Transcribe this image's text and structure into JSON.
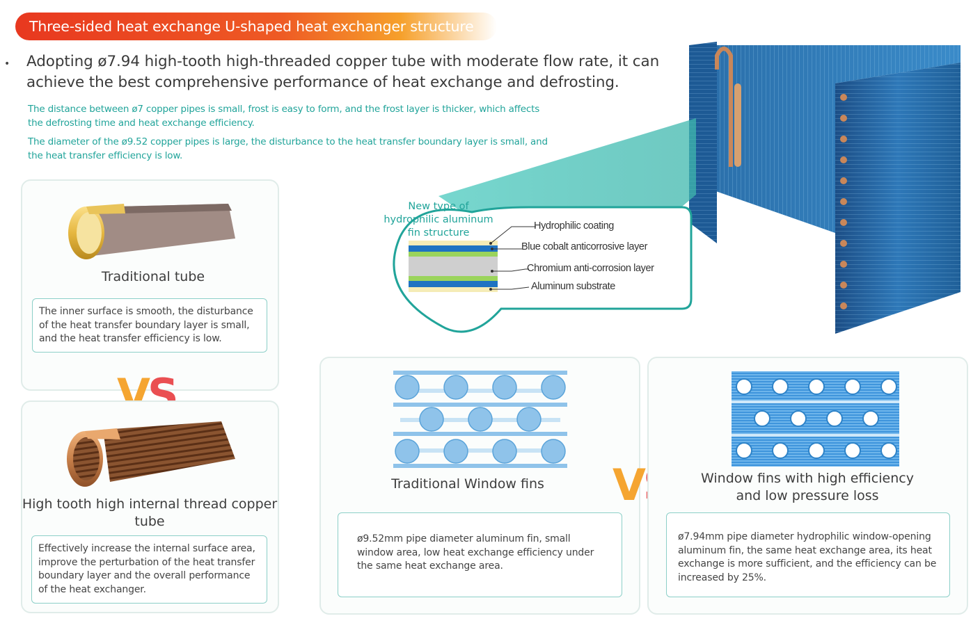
{
  "header": {
    "title": "Three-sided heat exchange U-shaped heat exchanger structure",
    "bullet": "•",
    "headline": "Adopting ø7.94 high-tooth high-threaded copper tube with moderate flow rate, it can achieve the best comprehensive performance of heat exchange and defrosting.",
    "note1": "The distance between ø7 copper pipes is small, frost is easy to form, and the frost layer is thicker, which affects the defrosting time and heat exchange efficiency.",
    "note2": "The diameter of the ø9.52 copper pipes is large, the disturbance to the heat transfer boundary layer is small, and the heat transfer efficiency is low."
  },
  "tubes": {
    "traditional_caption": "Traditional tube",
    "traditional_text": "The inner surface is smooth, the disturbance of the heat transfer boundary layer is small, and the heat transfer efficiency is low.",
    "vs": {
      "v": "V",
      "s": "S"
    },
    "hightooth_caption": "High tooth high internal thread copper tube",
    "hightooth_text": "Effectively increase the internal surface area, improve the perturbation of the heat transfer boundary layer and the overall performance of the heat exchanger."
  },
  "fin_structure": {
    "title": "New type of hydrophilic aluminum fin structure",
    "layers": [
      "Hydrophilic coating",
      "Blue cobalt anticorrosive layer",
      "Chromium anti-corrosion layer",
      "Aluminum substrate"
    ]
  },
  "fins": {
    "traditional_caption": "Traditional Window fins",
    "traditional_text": "ø9.52mm pipe diameter aluminum fin, small window area, low heat exchange efficiency under the same heat exchange area.",
    "vs": {
      "v": "V",
      "s": "S"
    },
    "efficient_caption": "Window fins with high efficiency and low pressure loss",
    "efficient_text": "ø7.94mm pipe diameter hydrophilic window-opening aluminum fin, the same heat exchange area, its heat exchange is more sufficient, and the efficiency can be increased by 25%."
  },
  "colors": {
    "title_red": "#e8381f",
    "teal": "#21a49a",
    "vs_orange": "#f5a531",
    "vs_red": "#ea4f52",
    "fin_blue": "#8fc3ea"
  }
}
